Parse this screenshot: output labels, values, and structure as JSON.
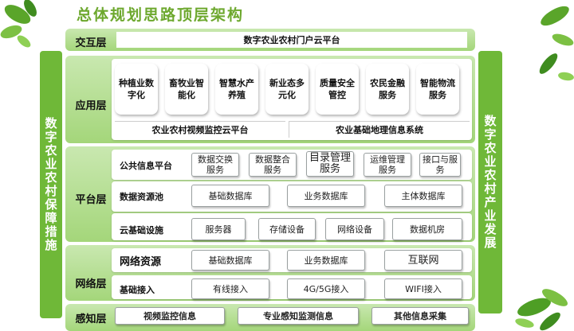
{
  "title": "总体规划思路顶层架构",
  "left_column": "数字农业农村保障措施",
  "right_column": "数字农业农村产业发展",
  "interaction": {
    "label": "交互层",
    "portal": "数字农业农村门户云平台"
  },
  "application": {
    "label": "应用层",
    "items": [
      "种植业数字化",
      "畜牧业智能化",
      "智慧水产养殖",
      "新业态多元化",
      "质量安全管控",
      "农民金融服务",
      "智能物流服务"
    ],
    "bars": [
      "农业农村视频监控云平台",
      "农业基础地理信息系统"
    ]
  },
  "platform": {
    "label": "平台层",
    "public_info": {
      "label": "公共信息平台",
      "items": [
        "数据交换服务",
        "数据整合服务",
        "目录管理服务",
        "运维管理服务",
        "接口与服务"
      ]
    },
    "data_pool": {
      "label": "数据资源池",
      "items": [
        "基础数据库",
        "业务数据库",
        "主体数据库"
      ]
    },
    "cloud": {
      "label": "云基础设施",
      "items": [
        "服务器",
        "存储设备",
        "网络设备",
        "数据机房"
      ]
    }
  },
  "network": {
    "label": "网络层",
    "resources": {
      "label": "网络资源",
      "items": [
        "基础数据库",
        "业务数据库",
        "互联网"
      ]
    },
    "access": {
      "label": "基础接入",
      "items": [
        "有线接入",
        "4G/5G接入",
        "WIFI接入"
      ]
    }
  },
  "perception": {
    "label": "感知层",
    "items": [
      "视频监控信息",
      "专业感知监测信息",
      "其他信息采集"
    ]
  }
}
